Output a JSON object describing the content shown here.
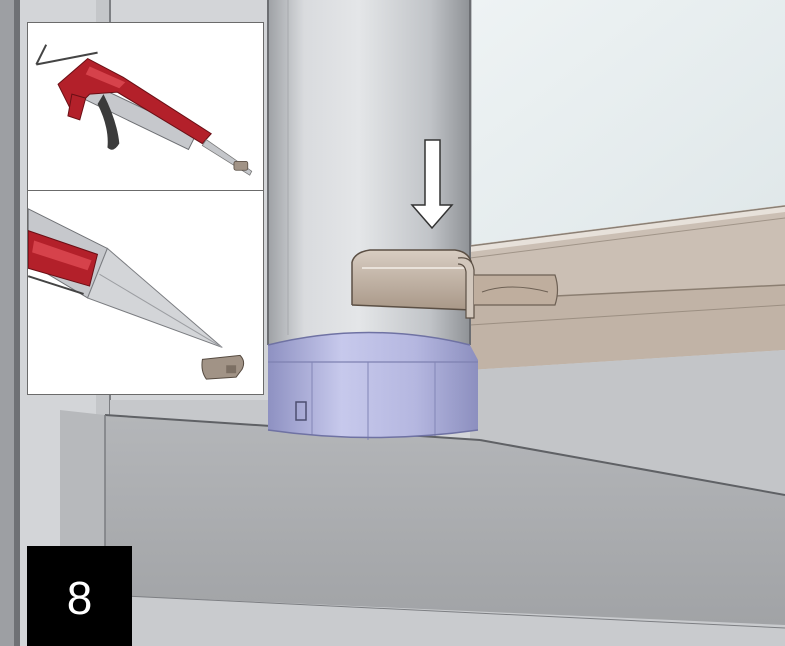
{
  "figure": {
    "step_number": "8",
    "components": [
      "caulk-gun",
      "nozzle-closeup",
      "drain-clip",
      "down-arrow"
    ]
  },
  "colors": {
    "badge_background": "#000000",
    "badge_text": "#ffffff",
    "gun_body": "#b3202a",
    "tube": "#c9cbcf",
    "clip": "#b8a898",
    "pipe": "#c7c9cc",
    "sill": "#a9abae",
    "glass": "#e6eef0",
    "collar": "#aeb0d6"
  }
}
